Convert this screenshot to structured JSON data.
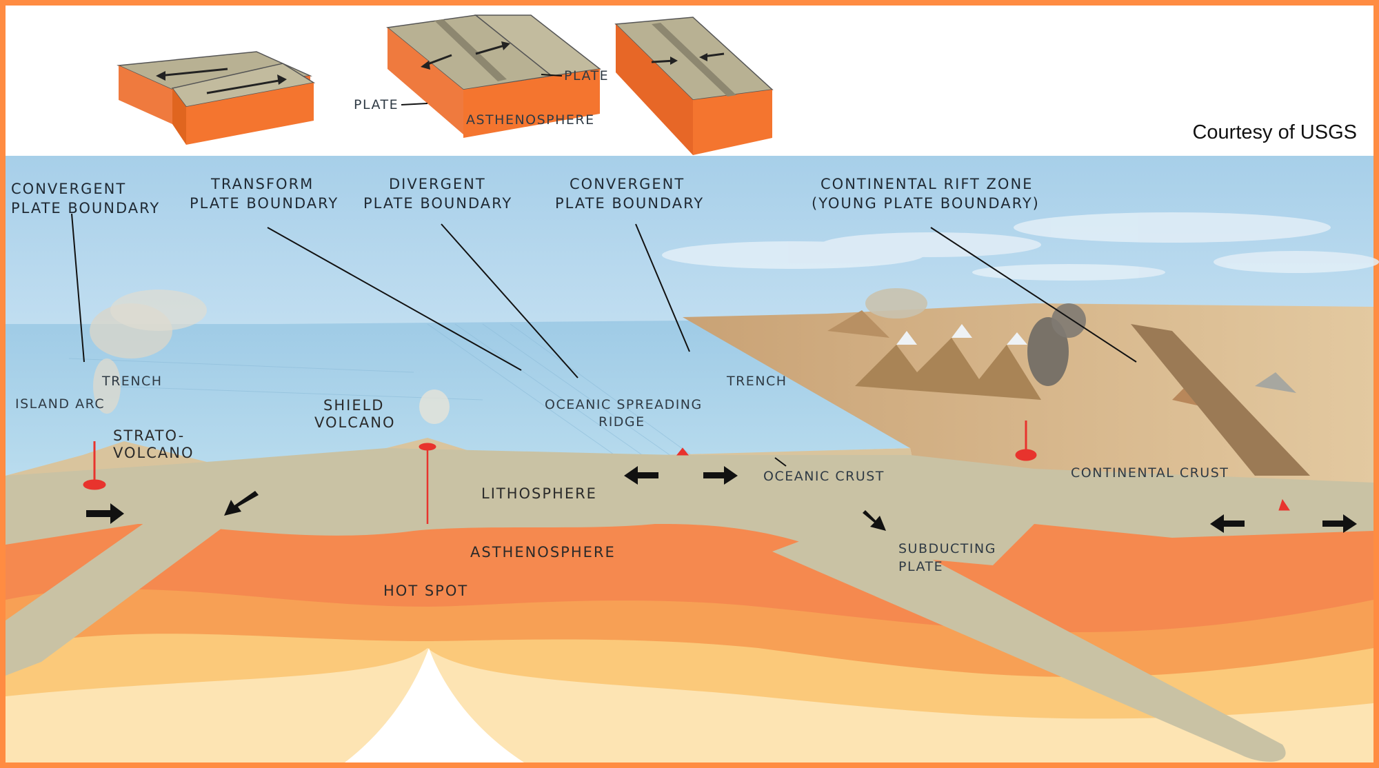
{
  "courtesy": "Courtesy of USGS",
  "insets": {
    "plate_left": "PLATE",
    "plate_right": "PLATE",
    "asthenosphere": "ASTHENOSPHERE"
  },
  "labels": {
    "convergent_left_1": "CONVERGENT",
    "convergent_left_2": "PLATE BOUNDARY",
    "transform_1": "TRANSFORM",
    "transform_2": "PLATE BOUNDARY",
    "divergent_1": "DIVERGENT",
    "divergent_2": "PLATE BOUNDARY",
    "convergent_mid_1": "CONVERGENT",
    "convergent_mid_2": "PLATE BOUNDARY",
    "rift_1": "CONTINENTAL RIFT ZONE",
    "rift_2": "(YOUNG PLATE BOUNDARY)",
    "trench_left": "TRENCH",
    "island_arc": "ISLAND ARC",
    "strato_1": "STRATO-",
    "strato_2": "VOLCANO",
    "shield_1": "SHIELD",
    "shield_2": "VOLCANO",
    "ridge_1": "OCEANIC SPREADING",
    "ridge_2": "RIDGE",
    "trench_right": "TRENCH",
    "lithosphere": "LITHOSPHERE",
    "oceanic_crust": "OCEANIC CRUST",
    "continental_crust": "CONTINENTAL CRUST",
    "asthenosphere": "ASTHENOSPHERE",
    "hot_spot": "HOT SPOT",
    "subducting_1": "SUBDUCTING",
    "subducting_2": "PLATE"
  },
  "colors": {
    "frame": "#ff8c42",
    "sky": "#a9d1ea",
    "ocean": "#a8d0e8",
    "lithosphere": "#c9c2a4",
    "asthenosphere": "#f5894f",
    "mantle_light": "#fbc97a",
    "land": "#d9b889",
    "magma": "#e8332d"
  }
}
